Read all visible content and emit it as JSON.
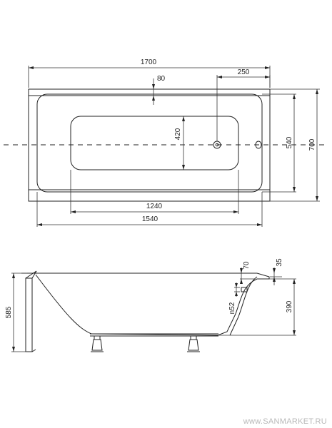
{
  "top_view": {
    "total_length": "1700",
    "wall_offset": "80",
    "drain_offset": "250",
    "basin_width": "420",
    "inner_width": "540",
    "total_width": "700",
    "basin_length": "1240",
    "inner_length": "1540"
  },
  "side_view": {
    "height": "585",
    "rim_thickness": "70",
    "rim_top": "35",
    "overflow_diameter": "n52",
    "depth": "390"
  },
  "watermark": "www.SANMARKET.RU"
}
